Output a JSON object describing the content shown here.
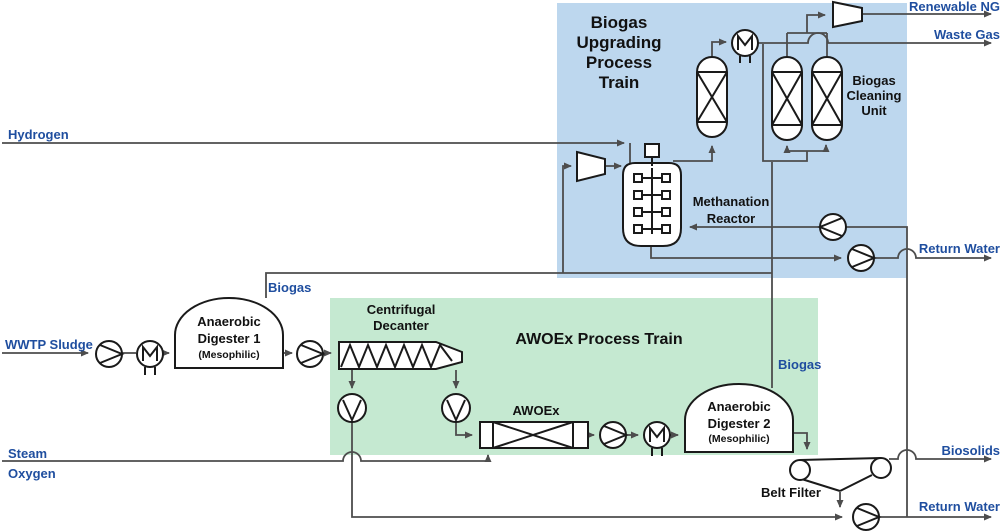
{
  "regions": {
    "upgrading": {
      "title": [
        "Biogas",
        "Upgrading",
        "Process",
        "Train"
      ]
    },
    "awoex": {
      "title": "AWOEx Process Train"
    }
  },
  "streams": {
    "hydrogen": "Hydrogen",
    "wwtp_sludge": "WWTP Sludge",
    "steam": "Steam",
    "oxygen": "Oxygen",
    "renewable_ng": "Renewable NG",
    "waste_gas": "Waste Gas",
    "return_water_top": "Return Water",
    "biosolids": "Biosolids",
    "return_water_bottom": "Return Water",
    "biogas_d1": "Biogas",
    "biogas_d2": "Biogas"
  },
  "equipment": {
    "digester1": [
      "Anaerobic",
      "Digester 1",
      "(Mesophilic)"
    ],
    "digester2": [
      "Anaerobic",
      "Digester 2",
      "(Mesophilic)"
    ],
    "decanter": [
      "Centrifugal",
      "Decanter"
    ],
    "awoex_unit": "AWOEx",
    "methanation_reactor": [
      "Methanation",
      "Reactor"
    ],
    "biogas_cleaning_unit": [
      "Biogas",
      "Cleaning",
      "Unit"
    ],
    "belt_filter": "Belt Filter"
  },
  "colors": {
    "upgrading_region_bg": "#bdd7ee",
    "awoex_region_bg": "#c5e9d1",
    "stream_label": "#1f4e9f",
    "process_line": "#4d4d4d",
    "equipment_stroke": "#1a1a1a"
  }
}
